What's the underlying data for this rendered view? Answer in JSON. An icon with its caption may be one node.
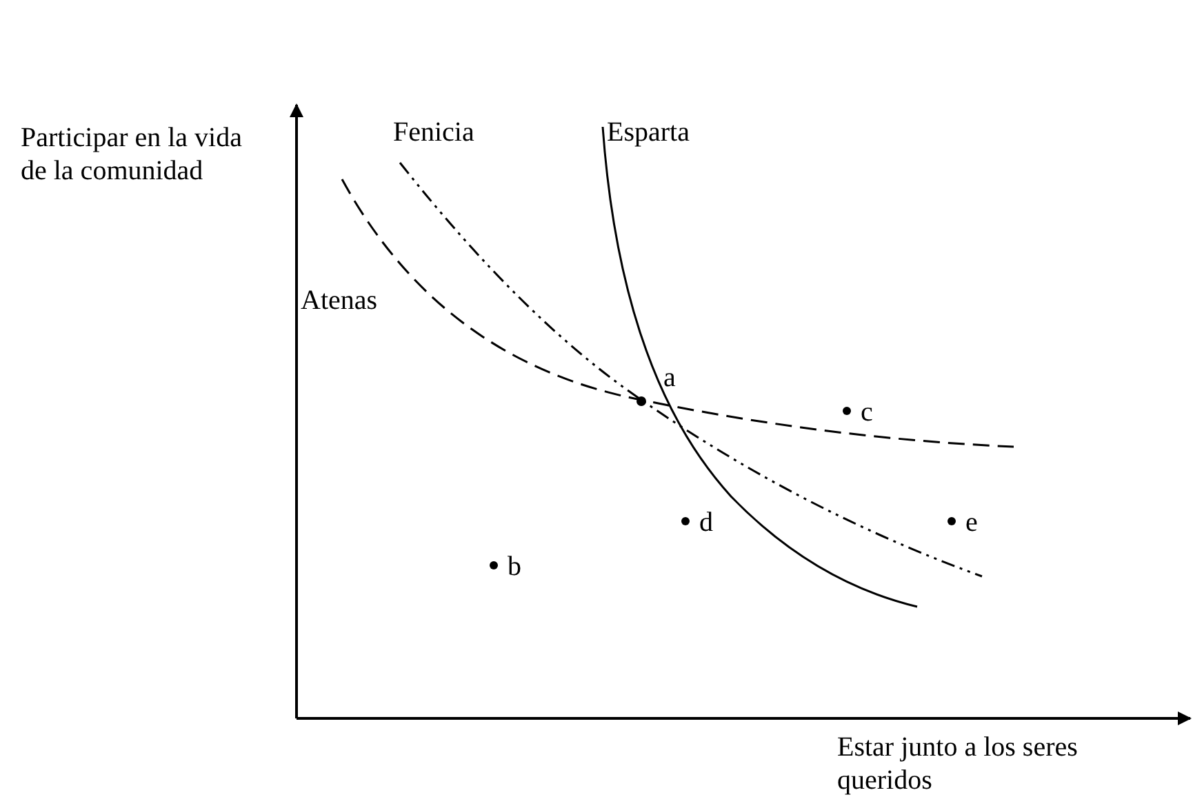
{
  "diagram": {
    "labels": [
      "Participar en la vida de la comunidad",
      "Fenicia",
      "Esparta",
      "Atenas",
      "a",
      "c",
      "d",
      "e",
      "b",
      "Estar junto a los seres queridos"
    ]
  }
}
